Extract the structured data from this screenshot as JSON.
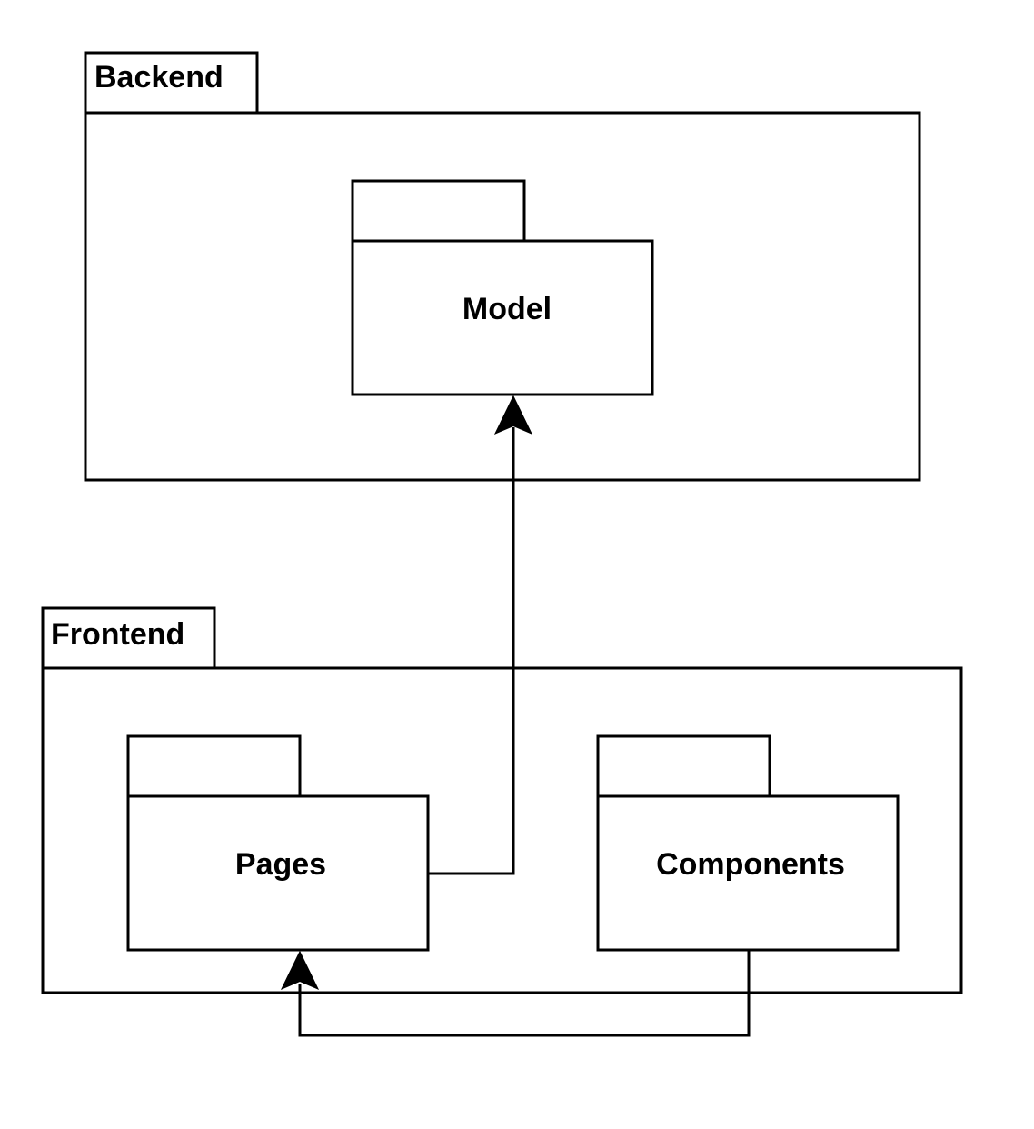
{
  "diagram": {
    "packages": {
      "backend": {
        "label": "Backend"
      },
      "frontend": {
        "label": "Frontend"
      },
      "model": {
        "label": "Model"
      },
      "pages": {
        "label": "Pages"
      },
      "components": {
        "label": "Components"
      }
    },
    "connectors": [
      {
        "from": "Pages",
        "to": "Model"
      },
      {
        "from": "Components",
        "to": "Pages"
      }
    ],
    "colors": {
      "stroke": "#000000",
      "background": "#ffffff"
    }
  }
}
